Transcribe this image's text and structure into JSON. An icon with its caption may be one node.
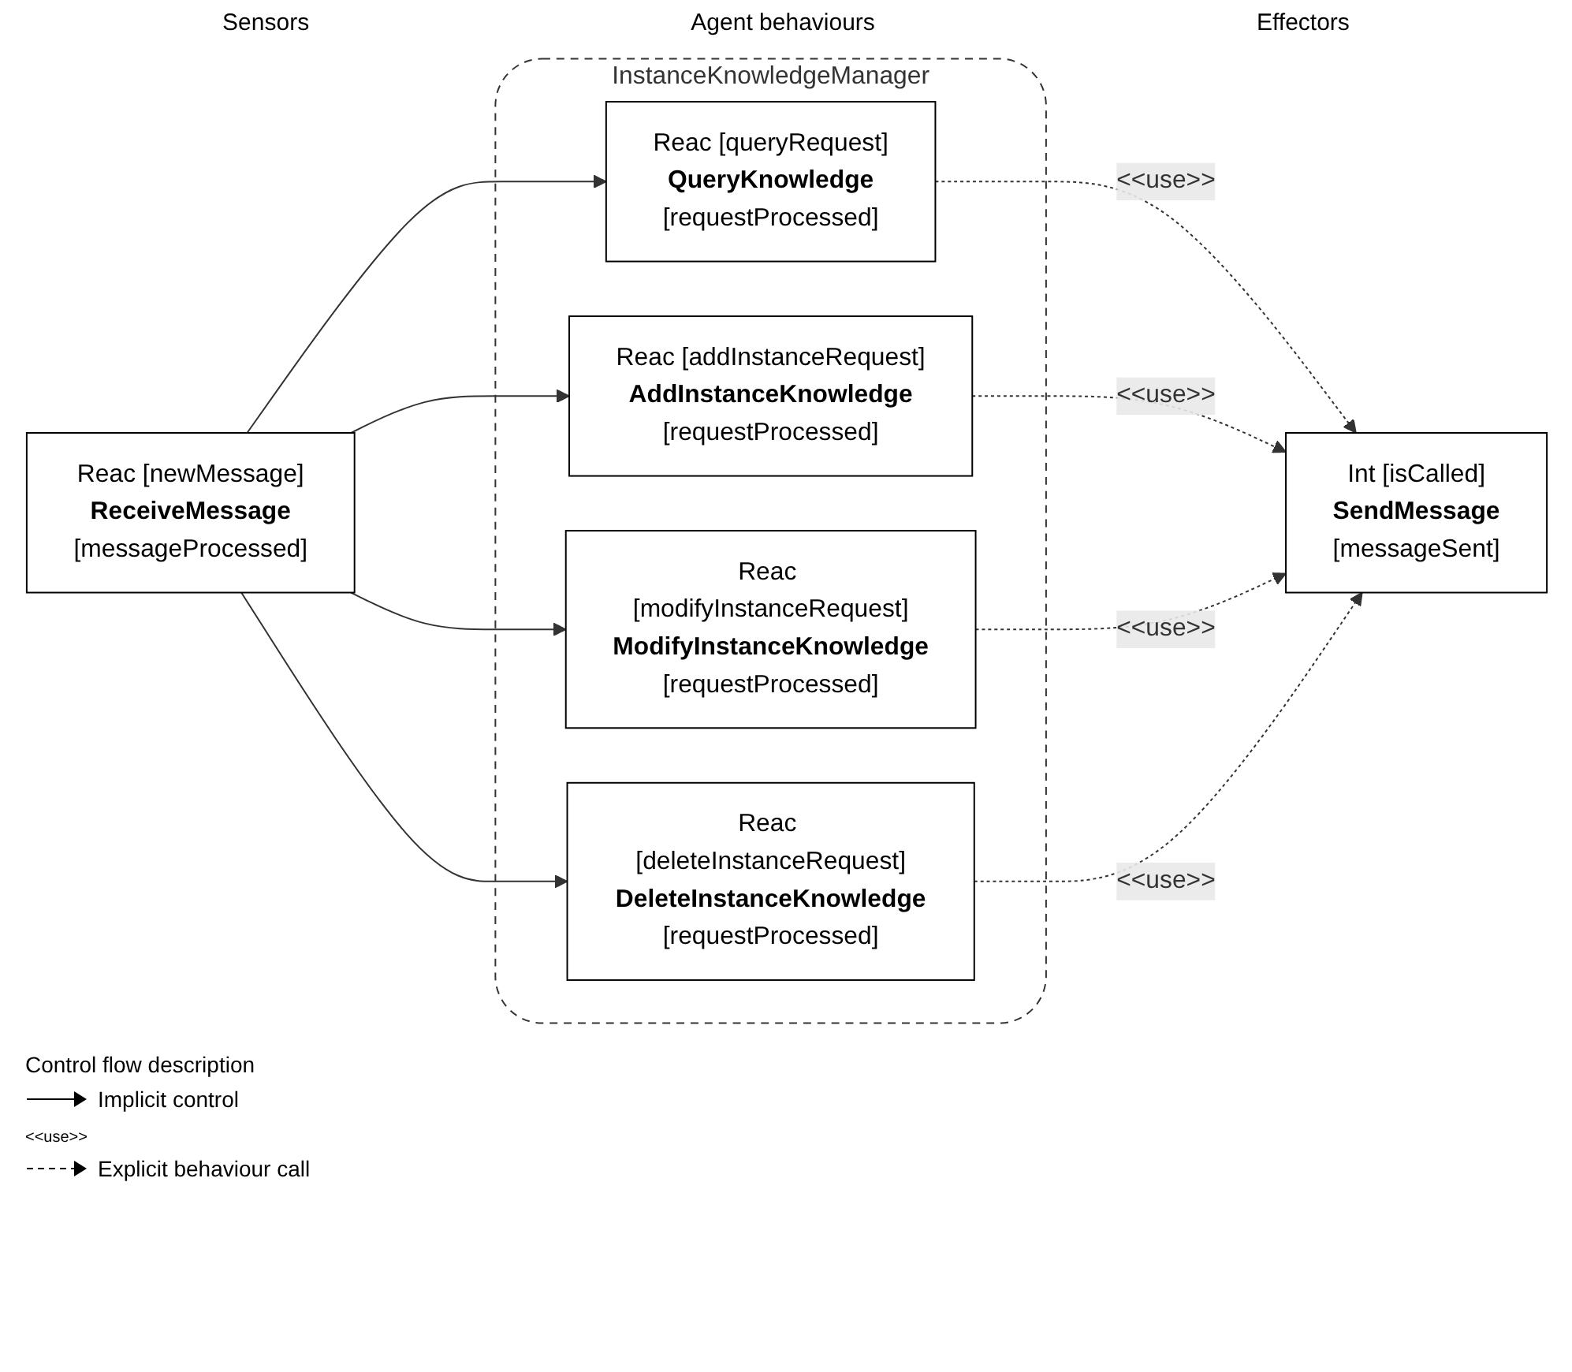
{
  "diagram": {
    "nodes": [
      {
        "text": [
          "Reac [newMessage]",
          "ReceiveMessage",
          "[messageProcessed]"
        ]
      },
      {
        "text": [
          "InstanceKnowledgeManager"
        ]
      },
      {
        "text": [
          "Reac [queryRequest]",
          "QueryKnowledge",
          "[requestProcessed]"
        ],
        "in": 1
      },
      {
        "text": [
          "Reac [addInstanceRequest]",
          "AddInstanceKnowledge",
          "[requestProcessed]"
        ],
        "in": 1
      },
      {
        "text": [
          "Reac [modifyInstanceRequest]",
          "ModifyInstanceKnowledge",
          "[requestProcessed]"
        ],
        "in": 1
      },
      {
        "text": [
          "Reac [deleteInstanceRequest]",
          "DeleteInstanceKnowledge",
          "[requestProcessed]"
        ],
        "in": 1
      },
      {
        "text": [
          "Int [isCalled]",
          "SendMessage",
          "[messageSent]"
        ]
      }
    ],
    "edges": [
      {
        "from": 0,
        "to": 2,
        "arrow": "to"
      },
      {
        "from": 0,
        "to": 3,
        "arrow": "to"
      },
      {
        "from": 0,
        "to": 4,
        "arrow": "to"
      },
      {
        "from": 0,
        "to": 5,
        "arrow": "to"
      },
      {
        "from": 2,
        "to": 6,
        "arrow": "to",
        "label": "<<use>>",
        "style": "dashed"
      },
      {
        "from": 3,
        "to": 6,
        "arrow": "to",
        "label": "<<use>>",
        "style": "dashed"
      },
      {
        "from": 4,
        "to": 6,
        "arrow": "to",
        "label": "<<use>>",
        "style": "dashed"
      },
      {
        "from": 5,
        "to": 6,
        "arrow": "to",
        "label": "<<use>>",
        "style": "dashed"
      }
    ],
    "labels": [
      "Sensors",
      "Agent behaviours",
      "Effectors",
      "Control flow description",
      "<<use>>"
    ],
    "legend": [
      {
        "text": "Implicit control"
      },
      {
        "text": "Explicit behaviour call"
      }
    ]
  }
}
